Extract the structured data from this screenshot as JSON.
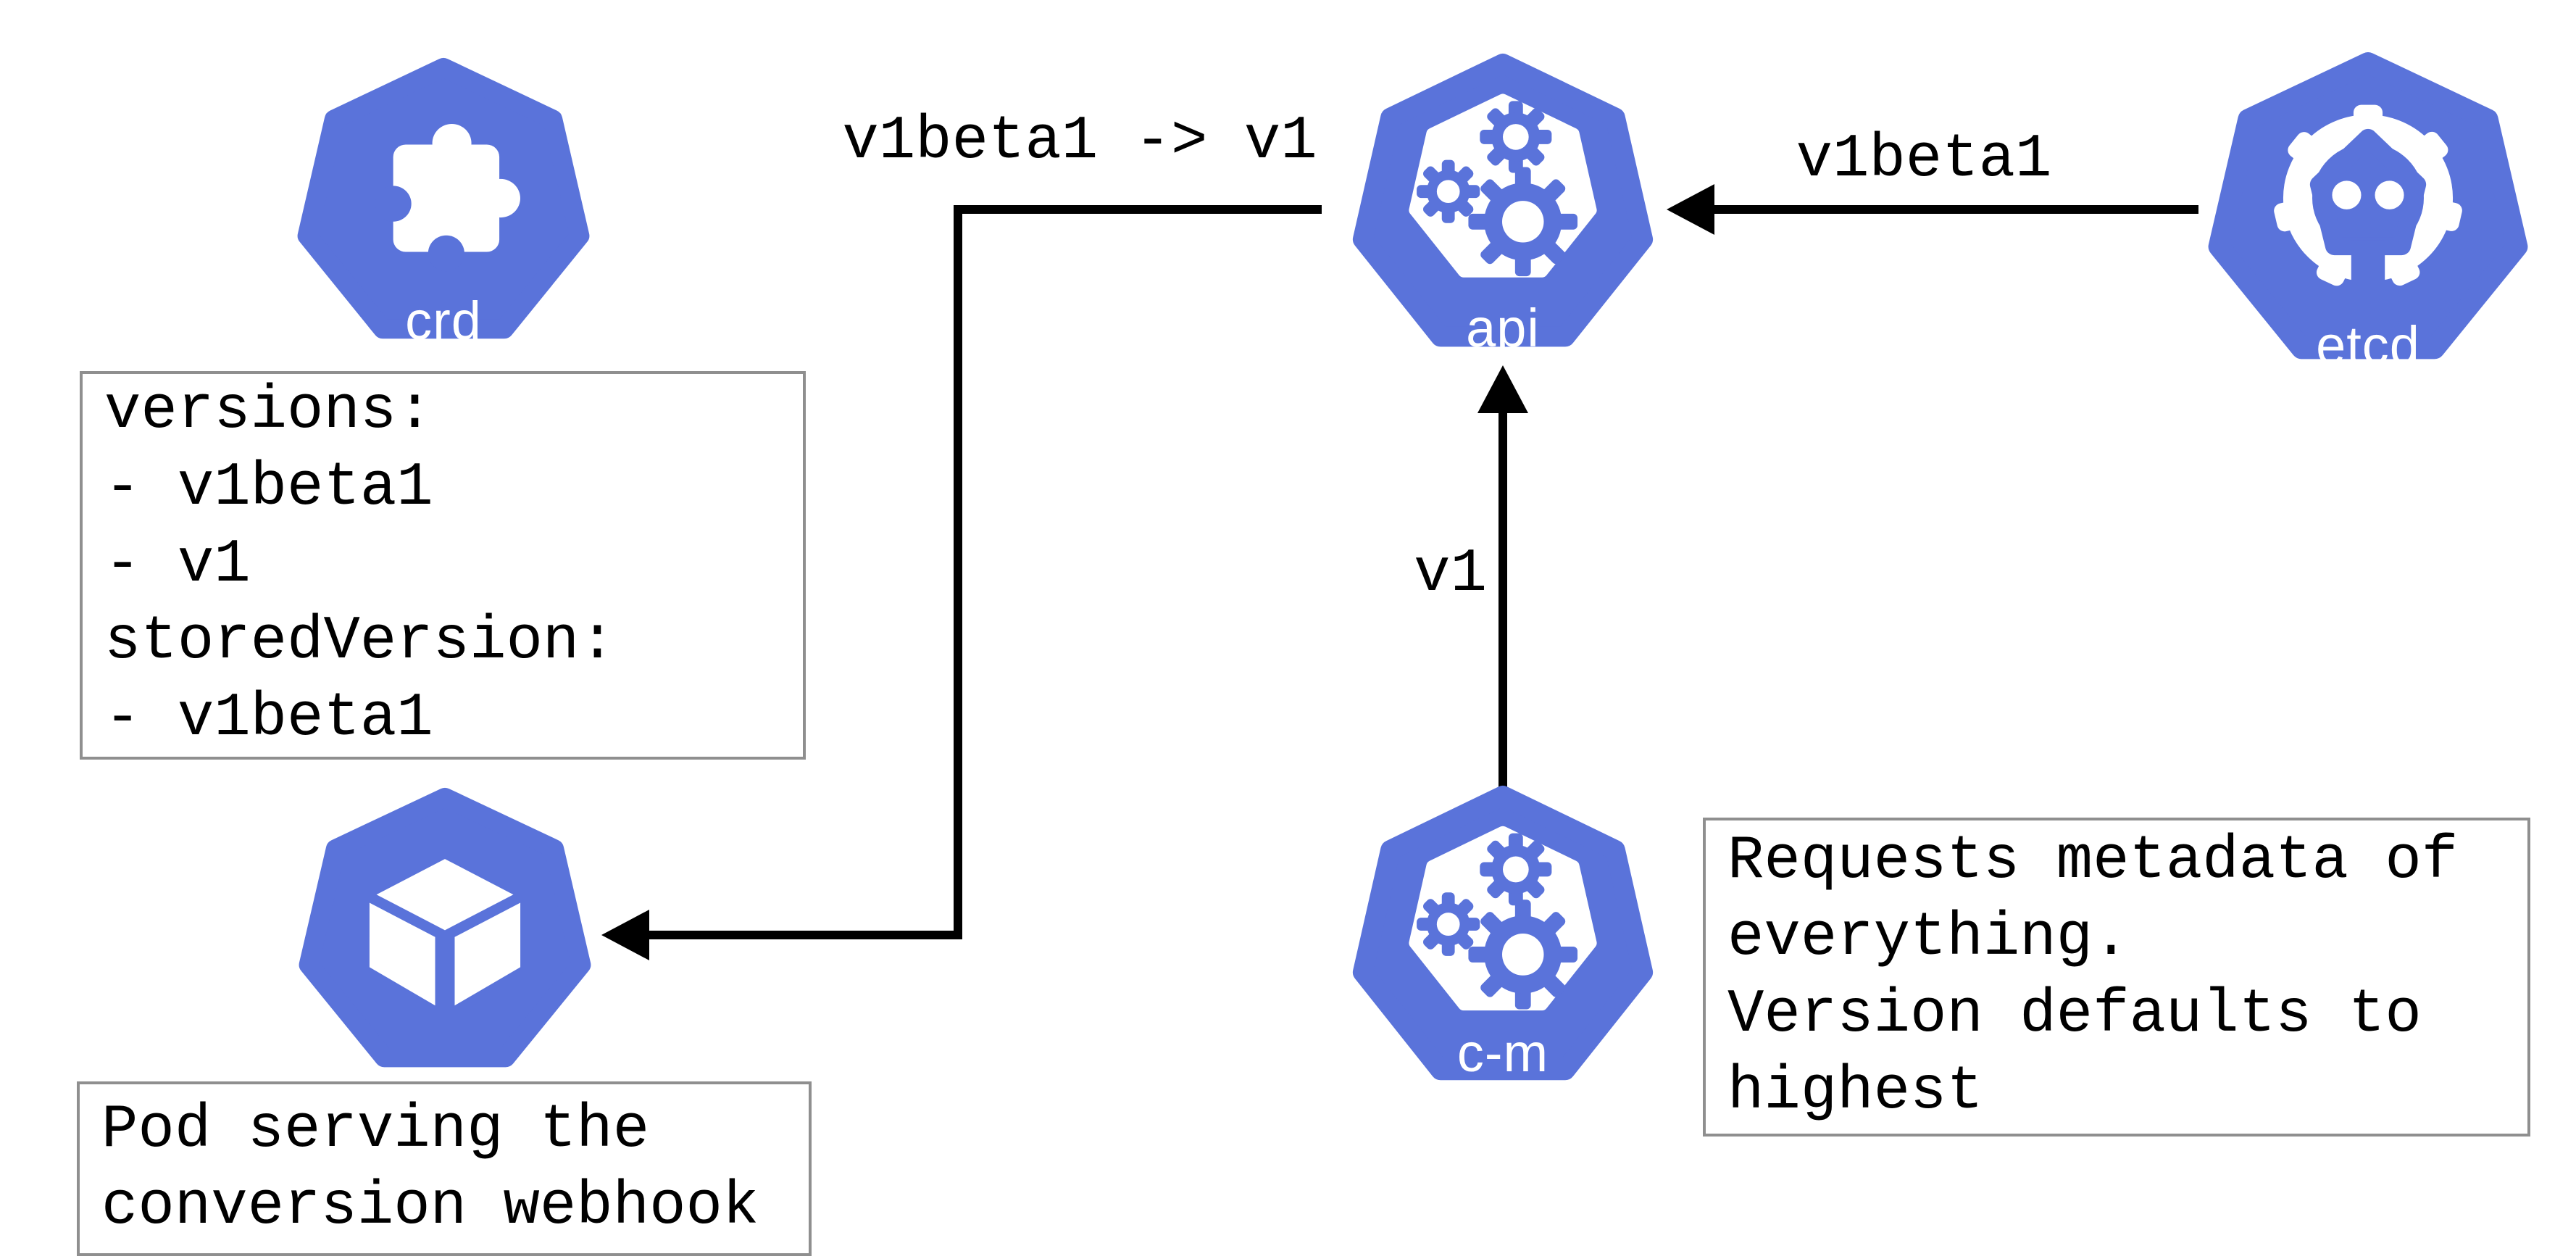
{
  "diagram": {
    "colors": {
      "node_blue": "#5a73da",
      "arrow_black": "#000000",
      "note_border_gray": "#8f8f8f",
      "label_white": "#ffffff",
      "background": "#ffffff"
    },
    "nodes": [
      {
        "id": "crd",
        "label": "crd",
        "icon": "puzzle-icon"
      },
      {
        "id": "api",
        "label": "api",
        "icon": "gears-icon"
      },
      {
        "id": "etcd",
        "label": "etcd",
        "icon": "etcd-robot-icon"
      },
      {
        "id": "webhook-pod",
        "label": "",
        "icon": "cube-icon"
      },
      {
        "id": "controller-manager",
        "label": "c-m",
        "icon": "gears-icon"
      }
    ],
    "edge_labels": {
      "conversion": "v1beta1 -> v1",
      "etcd_to_api": "v1beta1",
      "cm_to_api": "v1"
    },
    "notes": {
      "crd_spec": {
        "lines": [
          "versions:",
          "- v1beta1",
          "- v1",
          "storedVersion:",
          "- v1beta1"
        ]
      },
      "pod_note": {
        "lines": [
          "Pod serving the",
          "conversion webhook"
        ]
      },
      "cm_note": {
        "lines": [
          "Requests metadata of",
          "everything.",
          "Version defaults to",
          "highest"
        ]
      }
    }
  }
}
